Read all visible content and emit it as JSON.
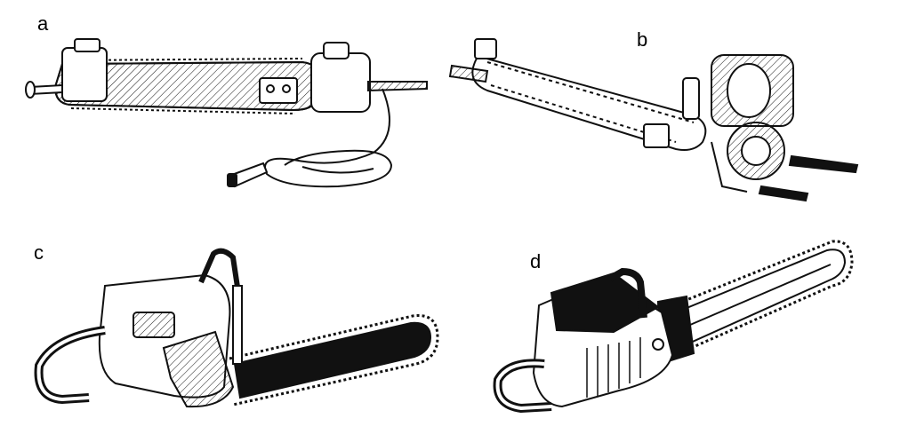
{
  "panels": [
    {
      "label": "a",
      "subject": "electric-chainsaw-with-cord-icon"
    },
    {
      "label": "b",
      "subject": "two-handle-engine-chainsaw-icon"
    },
    {
      "label": "c",
      "subject": "one-man-gas-chainsaw-icon"
    },
    {
      "label": "d",
      "subject": "bow-handle-gas-chainsaw-icon"
    }
  ],
  "colors": {
    "ink": "#111111",
    "paper": "#ffffff",
    "shade": "#555555"
  }
}
